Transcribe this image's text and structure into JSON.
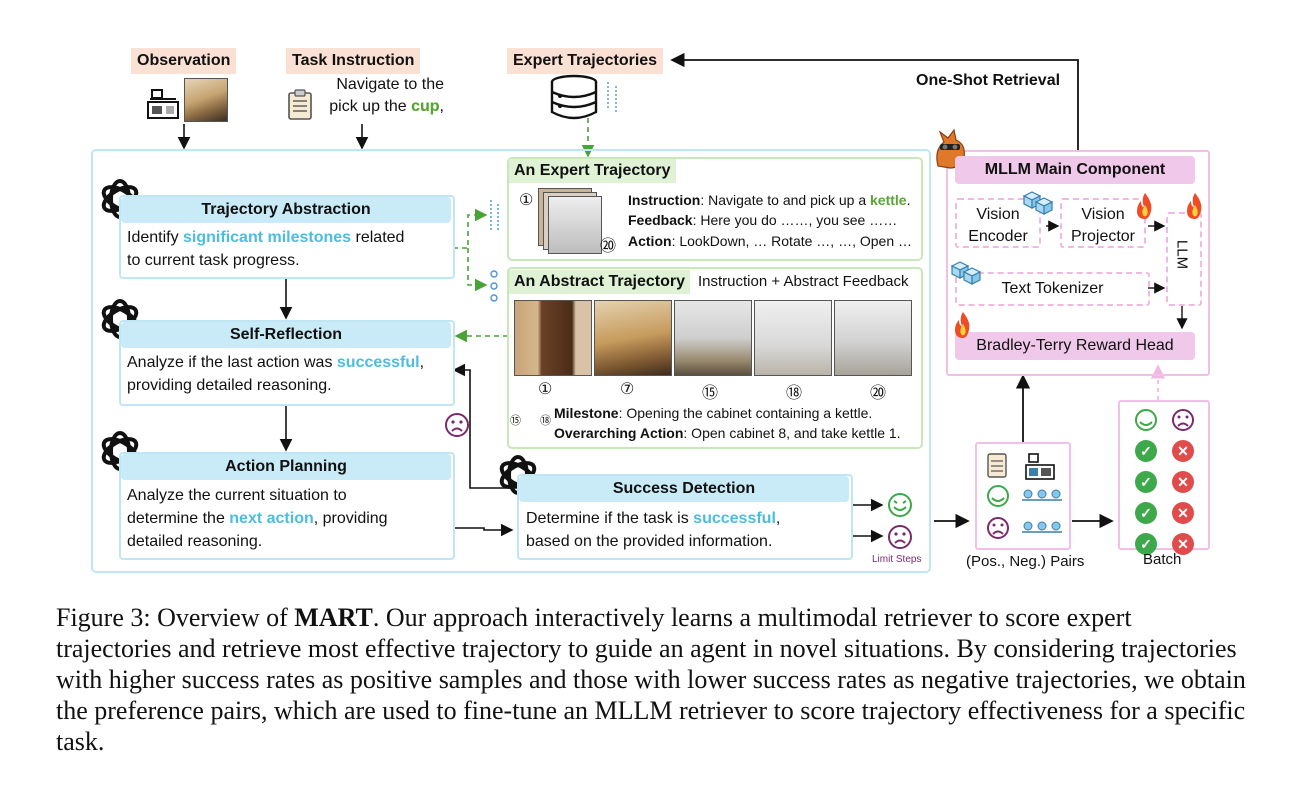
{
  "top": {
    "observation": "Observation",
    "task_instruction": "Task Instruction",
    "task_text_prefix_1": "Navigate to the ",
    "task_word": "cup",
    "task_comma": ",",
    "task_text_prefix_2": "pick up the ",
    "task_period": ".",
    "expert_trajectories": "Expert Trajectories",
    "one_shot": "One-Shot Retrieval"
  },
  "left": {
    "traj_abs_title": "Trajectory Abstraction",
    "traj_abs_1": "Identify ",
    "traj_abs_hl": "significant milestones",
    "traj_abs_2": " related",
    "traj_abs_3": "to current task progress.",
    "self_ref_title": "Self-Reflection",
    "self_ref_1": "Analyze if the last action was ",
    "self_ref_hl": "successful",
    "self_ref_2": ",",
    "self_ref_3": "providing detailed reasoning.",
    "plan_title": "Action Planning",
    "plan_1": "Analyze the current situation to",
    "plan_2a": "determine the ",
    "plan_hl": "next action",
    "plan_2b": ", providing",
    "plan_3": "detailed reasoning.",
    "succ_title": "Success Detection",
    "succ_1": "Determine if the task is ",
    "succ_hl": "successful",
    "succ_2": ",",
    "succ_3": "based on the provided information.",
    "limit_steps": "Limit Steps"
  },
  "expert": {
    "title": "An Expert Trajectory",
    "num1": "①",
    "num20": "⑳",
    "instr_label": "Instruction",
    "instr_text": ": Navigate to and pick up a ",
    "instr_hl": "kettle",
    "instr_end": ".",
    "fb_label": "Feedback",
    "fb_text": ": Here you do ……, you see ……",
    "act_label": "Action",
    "act_text": ": LookDown, … Rotate …, …, Open …"
  },
  "abstract": {
    "title": "An Abstract Trajectory",
    "subtitle": "Instruction + Abstract Feedback",
    "steps": [
      "①",
      "⑦",
      "⑮",
      "⑱",
      "⑳"
    ],
    "range_a": "⑮",
    "range_b": "⑱",
    "milestone_label": "Milestone",
    "milestone_text": ": Opening the cabinet containing a kettle.",
    "over_label": "Overarching Action",
    "over_text": ": Open cabinet 8, and take kettle 1."
  },
  "mllm": {
    "title": "MLLM Main Component",
    "vision_encoder_1": "Vision",
    "vision_encoder_2": "Encoder",
    "vision_proj_1": "Vision",
    "vision_proj_2": "Projector",
    "llm": "LLM",
    "text_tokenizer": "Text Tokenizer",
    "reward_head": "Bradley-Terry Reward Head"
  },
  "bottom_right": {
    "pairs_label": "(Pos., Neg.) Pairs",
    "batch_label": "Batch"
  },
  "caption": {
    "fig": "Figure 3: Overview of ",
    "bold": "MART",
    "rest": ". Our approach interactively learns a multimodal retriever to score expert trajectories and retrieve most effective trajectory to guide an agent in novel situations. By considering trajectories with higher success rates as positive samples and those with lower success rates as negative trajectories, we obtain the preference pairs, which are used to fine-tune an MLLM retriever to score trajectory effectiveness for a specific task."
  },
  "colors": {
    "blue_accent": "#4bbde3",
    "green_accent": "#59a534",
    "blue_header": "#c9eaf7",
    "pink_header": "#f0c8ea",
    "check_green": "#3ea94a",
    "cross_red": "#e04b4b"
  }
}
